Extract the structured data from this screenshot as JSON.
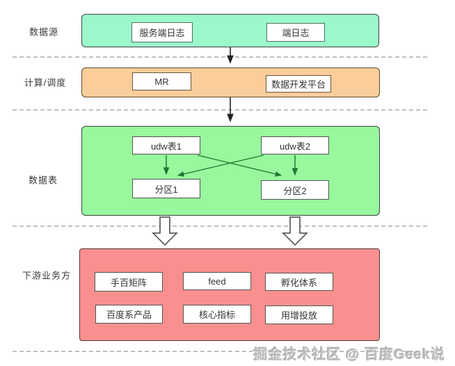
{
  "bands": [
    {
      "label": "数据源",
      "color": "#9bf8cb",
      "nodes": [
        "服务端日志",
        "端日志"
      ]
    },
    {
      "label": "计算/调度",
      "color": "#fbcd9a",
      "nodes": [
        "MR",
        "数据开发平台"
      ]
    },
    {
      "label": "数据表",
      "color": "#99f79d",
      "nodes": [
        "udw表1",
        "udw表2",
        "分区1",
        "分区2"
      ]
    },
    {
      "label": "下游业务方",
      "color": "#f9908f",
      "nodes": [
        "手百矩阵",
        "feed",
        "孵化体系",
        "百度系产品",
        "核心指标",
        "用增投放"
      ]
    }
  ],
  "colors": {
    "datasource": "#9bf8cb",
    "compute": "#fbcd9a",
    "tables": "#99f79d",
    "downstream": "#f9908f",
    "arrow_dark": "#222222",
    "arrow_green": "#1e7a35"
  },
  "watermark": "掘金技术社区 @ 百度Geek说"
}
